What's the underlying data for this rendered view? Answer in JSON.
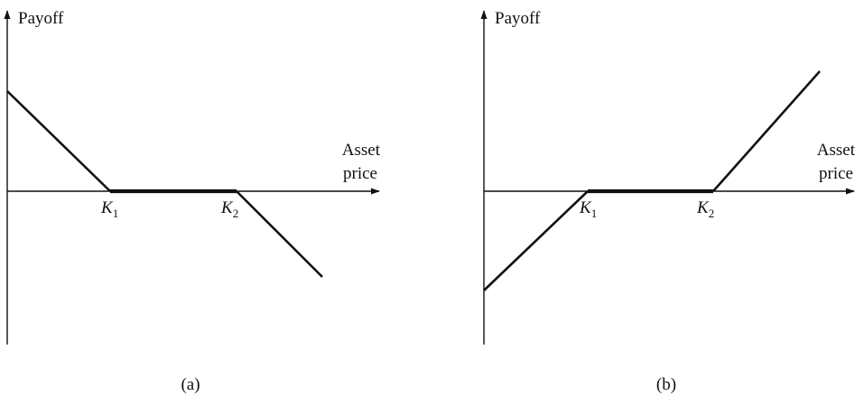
{
  "panels": [
    {
      "caption": "(a)",
      "y_axis_label": "Payoff",
      "x_axis_label_line1": "Asset",
      "x_axis_label_line2": "price",
      "k1_label": "K",
      "k1_sub": "1",
      "k2_label": "K",
      "k2_sub": "2"
    },
    {
      "caption": "(b)",
      "y_axis_label": "Payoff",
      "x_axis_label_line1": "Asset",
      "x_axis_label_line2": "price",
      "k1_label": "K",
      "k1_sub": "1",
      "k2_label": "K",
      "k2_sub": "2"
    }
  ],
  "colors": {
    "line": "#111111",
    "background": "#ffffff"
  }
}
